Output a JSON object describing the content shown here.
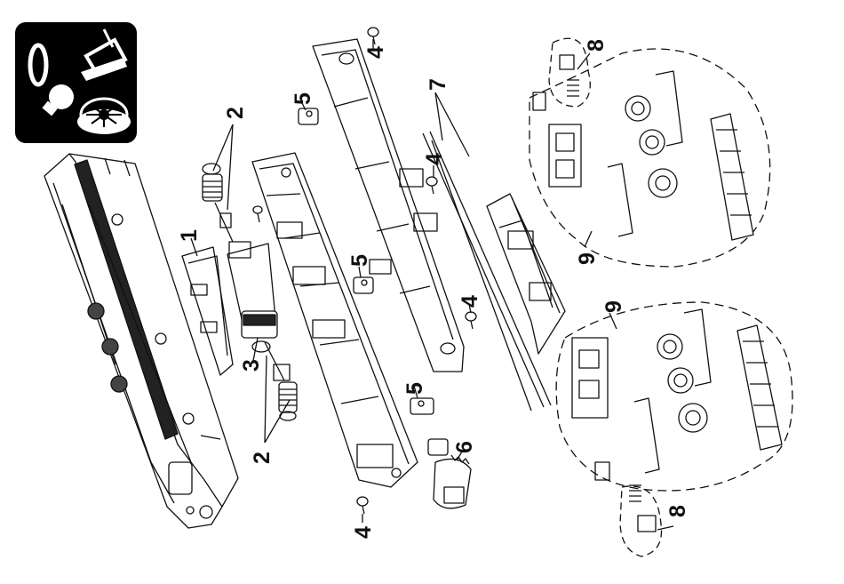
{
  "badge": {
    "symbol": "0",
    "icon_names": [
      "gauge-zero-icon",
      "lubricate-lever-icon",
      "lamp-bulb-icon",
      "wheel-icon"
    ]
  },
  "callouts": [
    {
      "id": "c1",
      "text": "1"
    },
    {
      "id": "c2a",
      "text": "2"
    },
    {
      "id": "c2b",
      "text": "2"
    },
    {
      "id": "c3",
      "text": "3"
    },
    {
      "id": "c4a",
      "text": "4"
    },
    {
      "id": "c4b",
      "text": "4"
    },
    {
      "id": "c4c",
      "text": "4"
    },
    {
      "id": "c4d",
      "text": "4"
    },
    {
      "id": "c5a",
      "text": "5"
    },
    {
      "id": "c5b",
      "text": "5"
    },
    {
      "id": "c5c",
      "text": "5"
    },
    {
      "id": "c6",
      "text": "6"
    },
    {
      "id": "c7",
      "text": "7"
    },
    {
      "id": "c8a",
      "text": "8"
    },
    {
      "id": "c8b",
      "text": "8"
    },
    {
      "id": "c9a",
      "text": "9"
    },
    {
      "id": "c9b",
      "text": "9"
    }
  ],
  "colors": {
    "ink": "#111111",
    "badge": "#000000",
    "paper": "#ffffff"
  }
}
